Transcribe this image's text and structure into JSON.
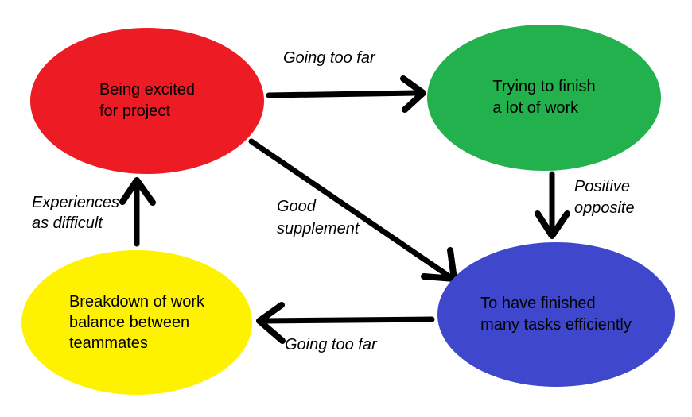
{
  "diagram": {
    "background_color": "#ffffff",
    "arrow_color": "#000000",
    "text_color": "#000000",
    "nodes": {
      "excited": {
        "label": "Being excited\nfor project",
        "color": "#ed1c24"
      },
      "trying": {
        "label": "Trying to finish\na lot of work",
        "color": "#22b14c"
      },
      "finished": {
        "label": "To have finished\nmany tasks efficiently",
        "color": "#3f48cc"
      },
      "breakdown": {
        "label": "Breakdown of work\nbalance between\nteammates",
        "color": "#fff200"
      }
    },
    "edges": {
      "excited_to_trying": {
        "label": "Going too far"
      },
      "trying_to_finished": {
        "label": "Positive\nopposite"
      },
      "excited_to_finished": {
        "label": "Good\nsupplement"
      },
      "finished_to_breakdown": {
        "label": "Going too far"
      },
      "breakdown_to_excited": {
        "label": "Experiences\nas difficult"
      }
    }
  }
}
